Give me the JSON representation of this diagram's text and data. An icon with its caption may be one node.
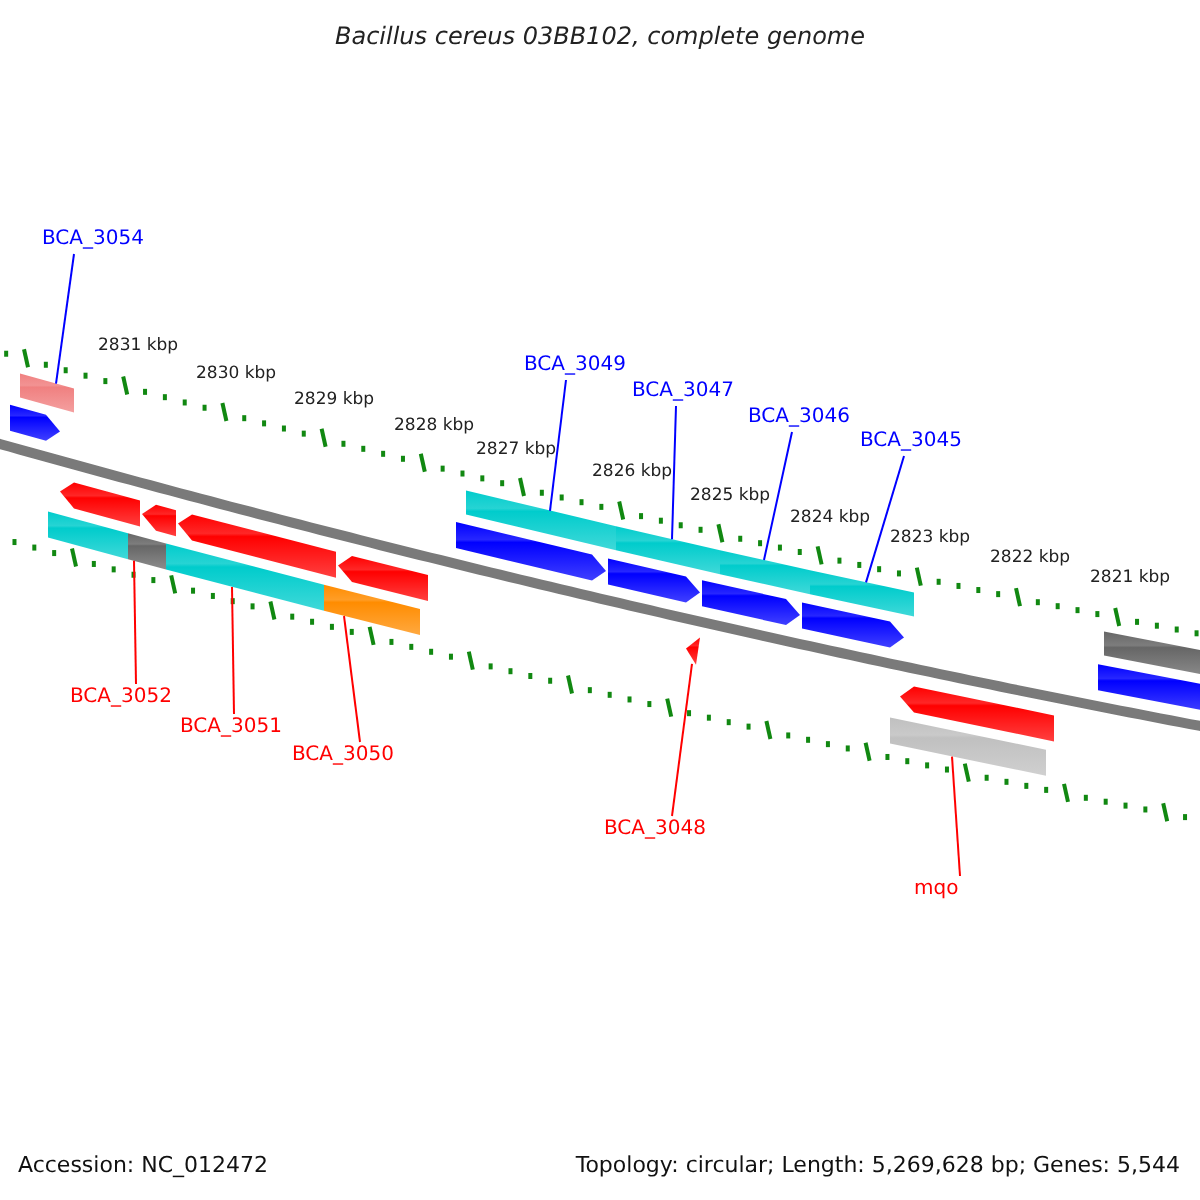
{
  "diagram": {
    "title": "Bacillus cereus 03BB102, complete genome",
    "nodes": [
      {
        "text": [
          "BCA_3054"
        ]
      },
      {
        "text": [
          "BCA_3049"
        ]
      },
      {
        "text": [
          "BCA_3047"
        ]
      },
      {
        "text": [
          "BCA_3046"
        ]
      },
      {
        "text": [
          "BCA_3045"
        ]
      },
      {
        "text": [
          "BCA_3052"
        ]
      },
      {
        "text": [
          "BCA_3051"
        ]
      },
      {
        "text": [
          "BCA_3050"
        ]
      },
      {
        "text": [
          "BCA_3048"
        ]
      },
      {
        "text": [
          "mqo"
        ]
      },
      {
        "text": [],
        "shape": "bar"
      },
      {
        "text": [],
        "shape": "arrow"
      },
      {
        "text": [],
        "shape": "arrow"
      },
      {
        "text": [],
        "shape": "arrow"
      },
      {
        "text": [],
        "shape": "arrow"
      },
      {
        "text": [],
        "shape": "arrow"
      },
      {
        "text": [],
        "shape": "bar"
      },
      {
        "text": [],
        "shape": "bar"
      },
      {
        "text": [],
        "shape": "bar"
      },
      {
        "text": [],
        "shape": "bar"
      },
      {
        "text": [],
        "shape": "bar"
      },
      {
        "text": [],
        "shape": "bar"
      },
      {
        "text": [],
        "shape": "bar"
      },
      {
        "text": [],
        "shape": "bar"
      },
      {
        "text": [],
        "shape": "arrow"
      },
      {
        "text": [],
        "shape": "arrow"
      },
      {
        "text": [],
        "shape": "arrow"
      },
      {
        "text": [],
        "shape": "arrow"
      },
      {
        "text": [],
        "shape": "triangle"
      },
      {
        "text": [],
        "shape": "arrow"
      },
      {
        "text": [],
        "shape": "bar"
      },
      {
        "text": [],
        "shape": "bar"
      },
      {
        "text": [],
        "shape": "arrow"
      }
    ],
    "edges": [
      {
        "from": 0,
        "to": 10,
        "arrow": "none"
      },
      {
        "from": 1,
        "to": 20,
        "arrow": "none"
      },
      {
        "from": 2,
        "to": 21,
        "arrow": "none"
      },
      {
        "from": 3,
        "to": 22,
        "arrow": "none"
      },
      {
        "from": 4,
        "to": 23,
        "arrow": "none"
      },
      {
        "from": 5,
        "to": 17,
        "arrow": "none",
        "color": "#ff0000"
      },
      {
        "from": 6,
        "to": 18,
        "arrow": "none",
        "color": "#ff0000"
      },
      {
        "from": 7,
        "to": 19,
        "arrow": "none",
        "color": "#ff0000"
      },
      {
        "from": 8,
        "to": 28,
        "arrow": "none",
        "color": "#ff0000"
      },
      {
        "from": 9,
        "to": 30,
        "arrow": "none",
        "color": "#ff0000"
      }
    ],
    "labels": [
      "2831 kbp",
      "2830 kbp",
      "2829 kbp",
      "2828 kbp",
      "2827 kbp",
      "2826 kbp",
      "2825 kbp",
      "2824 kbp",
      "2823 kbp",
      "2822 kbp",
      "2821 kbp",
      "Accession: NC_012472",
      "Topology: circular; Length: 5,269,628 bp; Genes: 5,544"
    ]
  }
}
